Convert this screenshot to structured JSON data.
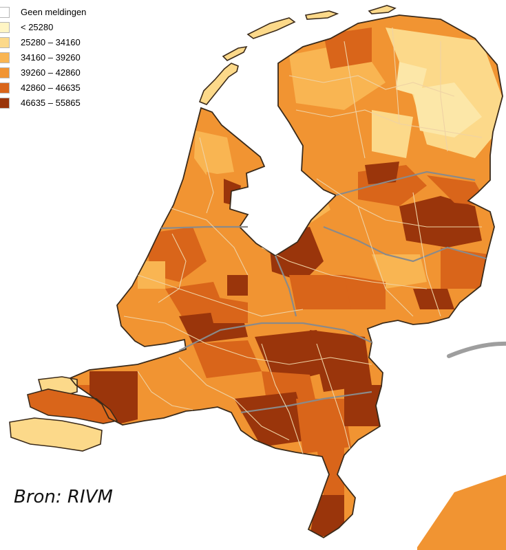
{
  "legend": {
    "items": [
      {
        "label": "Geen meldingen",
        "color": "#ffffff"
      },
      {
        "label": "< 25280",
        "color": "#fff5c4"
      },
      {
        "label": "25280 – 34160",
        "color": "#fcd98a"
      },
      {
        "label": "34160 – 39260",
        "color": "#f9b552"
      },
      {
        "label": "39260 – 42860",
        "color": "#f19432"
      },
      {
        "label": "42860 – 46635",
        "color": "#d9651a"
      },
      {
        "label": "46635 – 55865",
        "color": "#9a350b"
      }
    ]
  },
  "source": "Bron: RIVM",
  "colors": {
    "border": "#3a2a1a",
    "province_border": "#8a8a8a",
    "inner_border": "#e8c89a",
    "arc": "#9e9e9e"
  }
}
